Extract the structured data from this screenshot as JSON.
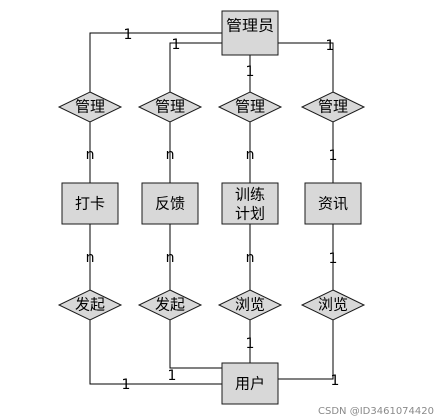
{
  "diagram": {
    "entities": {
      "admin": "管理员",
      "clockin": "打卡",
      "feedback": "反馈",
      "training_line1": "训练",
      "training_line2": "计划",
      "news": "资讯",
      "user": "用户"
    },
    "relationships": {
      "manage1": "管理",
      "manage2": "管理",
      "manage3": "管理",
      "manage4": "管理",
      "initiate1": "发起",
      "initiate2": "发起",
      "browse1": "浏览",
      "browse2": "浏览"
    },
    "cardinalities": {
      "admin_manage1": "1",
      "admin_manage2": "1",
      "admin_manage3": "1",
      "admin_manage4": "1",
      "manage1_clockin": "n",
      "manage2_feedback": "n",
      "manage3_training": "n",
      "manage4_news": "1",
      "clockin_initiate1": "n",
      "feedback_initiate2": "n",
      "training_browse1": "n",
      "news_browse2": "1",
      "initiate1_user": "1",
      "initiate2_user": "1",
      "browse1_user": "1",
      "browse2_user": "1"
    }
  },
  "watermark": "CSDN @ID3461074420"
}
